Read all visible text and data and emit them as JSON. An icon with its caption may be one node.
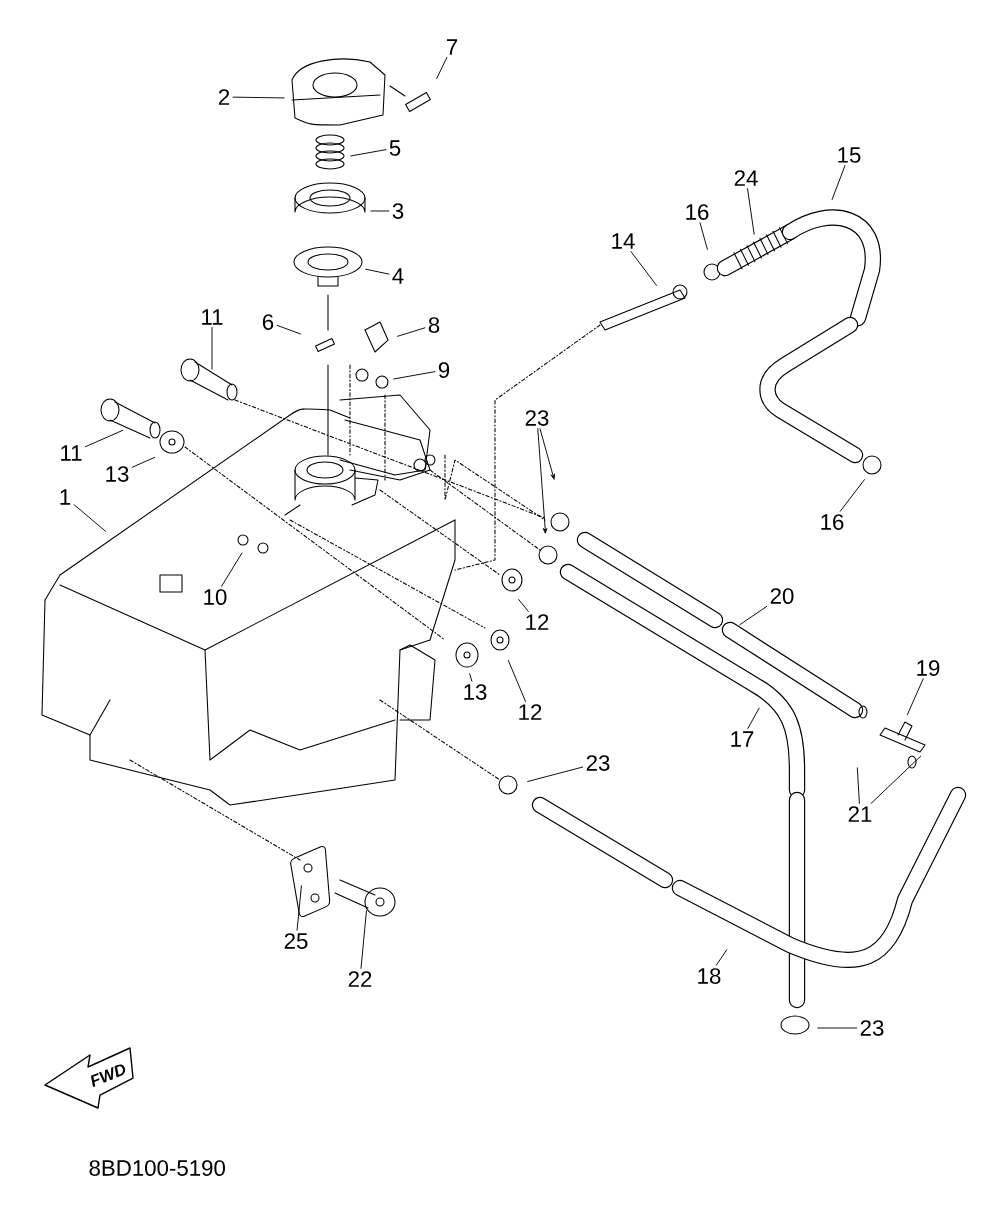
{
  "diagram": {
    "nodes": [
      {
        "text": [
          "7"
        ]
      },
      {
        "text": [
          "2"
        ]
      },
      {
        "text": [
          "5"
        ]
      },
      {
        "text": [
          "15"
        ]
      },
      {
        "text": [
          "24"
        ]
      },
      {
        "text": [
          "3"
        ]
      },
      {
        "text": [
          "16"
        ]
      },
      {
        "text": [
          "14"
        ]
      },
      {
        "text": [
          "4"
        ]
      },
      {
        "text": [
          "11"
        ]
      },
      {
        "text": [
          "6"
        ]
      },
      {
        "text": [
          "8"
        ]
      },
      {
        "text": [
          "9"
        ]
      },
      {
        "text": [
          "11"
        ]
      },
      {
        "text": [
          "23"
        ]
      },
      {
        "text": [
          "13"
        ]
      },
      {
        "text": [
          "1"
        ]
      },
      {
        "text": [
          "16"
        ]
      },
      {
        "text": [
          "10"
        ]
      },
      {
        "text": [
          "12"
        ]
      },
      {
        "text": [
          "20"
        ]
      },
      {
        "text": [
          "13"
        ]
      },
      {
        "text": [
          "19"
        ]
      },
      {
        "text": [
          "12"
        ]
      },
      {
        "text": [
          "17"
        ]
      },
      {
        "text": [
          "23"
        ]
      },
      {
        "text": [
          "21"
        ]
      },
      {
        "text": [
          "25"
        ]
      },
      {
        "text": [
          "22"
        ]
      },
      {
        "text": [
          "18"
        ]
      },
      {
        "text": [
          "23"
        ]
      }
    ],
    "edges": [
      {
        "from": 0,
        "to": null,
        "arrow": "none"
      },
      {
        "from": 1,
        "to": null,
        "arrow": "none"
      },
      {
        "from": 2,
        "to": null,
        "arrow": "none"
      },
      {
        "from": 3,
        "to": null,
        "arrow": "none"
      },
      {
        "from": 4,
        "to": null,
        "arrow": "none"
      },
      {
        "from": 5,
        "to": null,
        "arrow": "none"
      },
      {
        "from": 6,
        "to": null,
        "arrow": "none"
      },
      {
        "from": 7,
        "to": null,
        "arrow": "none"
      },
      {
        "from": 8,
        "to": null,
        "arrow": "none"
      },
      {
        "from": 9,
        "to": null,
        "arrow": "none"
      },
      {
        "from": 10,
        "to": null,
        "arrow": "none"
      },
      {
        "from": 11,
        "to": null,
        "arrow": "none"
      },
      {
        "from": 12,
        "to": null,
        "arrow": "none"
      },
      {
        "from": 13,
        "to": null,
        "arrow": "none"
      },
      {
        "from": 14,
        "to": null,
        "arrow": "to"
      },
      {
        "from": 14,
        "to": null,
        "arrow": "to"
      },
      {
        "from": 15,
        "to": null,
        "arrow": "none"
      },
      {
        "from": 16,
        "to": null,
        "arrow": "none"
      },
      {
        "from": 17,
        "to": null,
        "arrow": "none"
      },
      {
        "from": 18,
        "to": null,
        "arrow": "none"
      },
      {
        "from": 19,
        "to": null,
        "arrow": "none"
      },
      {
        "from": 20,
        "to": null,
        "arrow": "none"
      },
      {
        "from": 21,
        "to": null,
        "arrow": "none"
      },
      {
        "from": 22,
        "to": null,
        "arrow": "none"
      },
      {
        "from": 23,
        "to": null,
        "arrow": "none"
      },
      {
        "from": 24,
        "to": null,
        "arrow": "none"
      },
      {
        "from": 25,
        "to": null,
        "arrow": "none"
      },
      {
        "from": 26,
        "to": null,
        "arrow": "none"
      },
      {
        "from": 26,
        "to": null,
        "arrow": "none"
      },
      {
        "from": 27,
        "to": null,
        "arrow": "none"
      },
      {
        "from": 28,
        "to": null,
        "arrow": "none"
      },
      {
        "from": 29,
        "to": null,
        "arrow": "none"
      },
      {
        "from": 30,
        "to": null,
        "arrow": "none"
      }
    ],
    "labels": [
      "FWD",
      "8BD100-5190"
    ]
  }
}
